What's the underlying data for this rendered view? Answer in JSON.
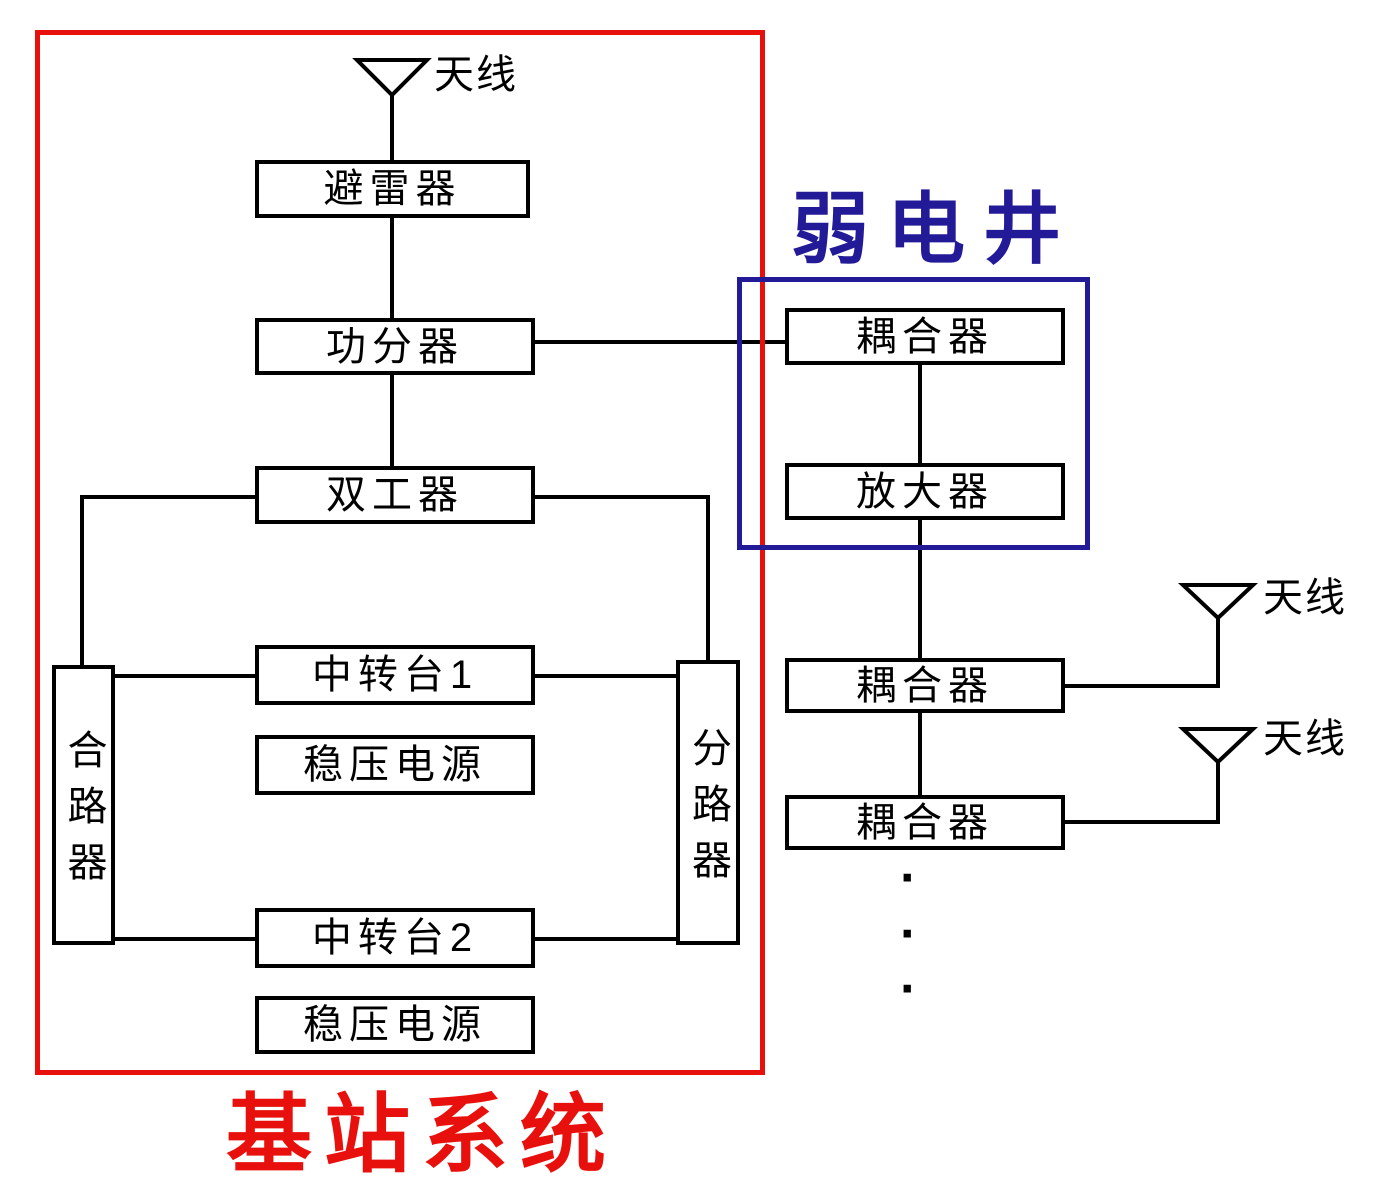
{
  "diagram": {
    "base_station_title": "基站系统",
    "weak_current_well_title": "弱电井",
    "antenna_top_label": "天线",
    "antenna_right1_label": "天线",
    "antenna_right2_label": "天线",
    "dot": "·",
    "boxes": {
      "lightning_arrester": "避雷器",
      "power_divider": "功分器",
      "duplexer": "双工器",
      "repeater_1": "中转台1",
      "regulated_psu_1": "稳压电源",
      "repeater_2": "中转台2",
      "regulated_psu_2": "稳压电源",
      "combiner": "合路器",
      "splitter": "分路器",
      "coupler_1": "耦合器",
      "amplifier": "放大器",
      "coupler_2": "耦合器",
      "coupler_3": "耦合器"
    },
    "colors": {
      "frame_red": "#e8100c",
      "frame_blue": "#221a96",
      "line": "#000000"
    }
  }
}
